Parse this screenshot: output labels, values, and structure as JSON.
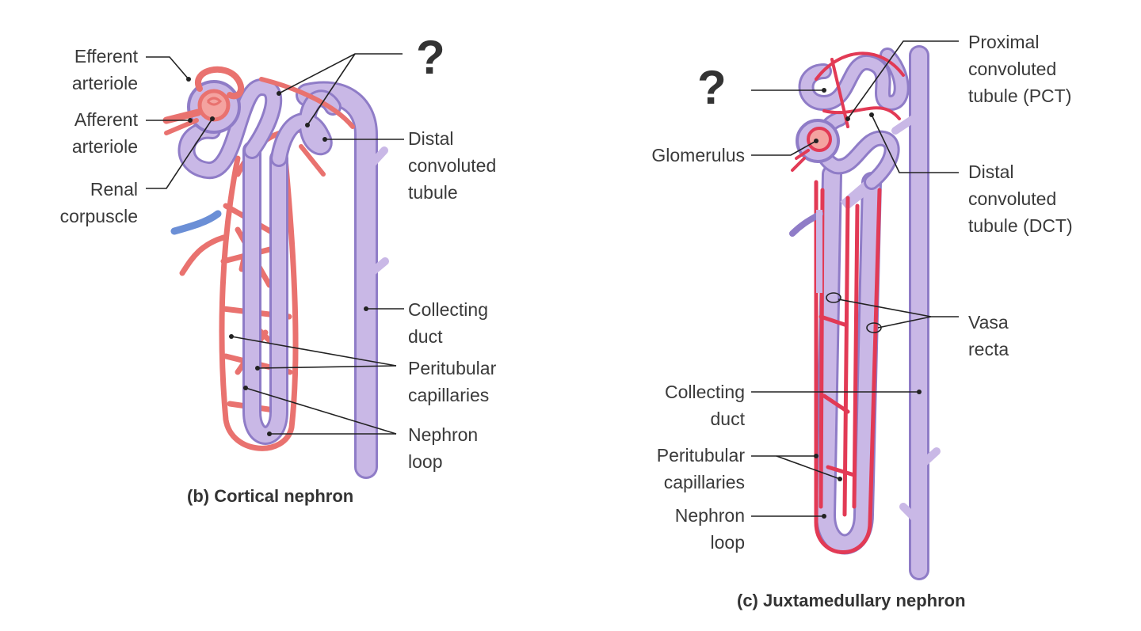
{
  "colors": {
    "tubule": "#c9b8e6",
    "tubule_edge": "#8f7cc7",
    "vessel": "#e9726f",
    "vessel_dark": "#e23a55",
    "leader": "#222222"
  },
  "cortical": {
    "caption": "(b) Cortical nephron",
    "question_mark": "?",
    "labels": {
      "efferent_arteriole": [
        "Efferent",
        "arteriole"
      ],
      "afferent_arteriole": [
        "Afferent",
        "arteriole"
      ],
      "renal_corpuscle": [
        "Renal",
        "corpuscle"
      ],
      "distal_convoluted_tubule": [
        "Distal",
        "convoluted",
        "tubule"
      ],
      "collecting_duct": [
        "Collecting",
        "duct"
      ],
      "peritubular_capillaries": [
        "Peritubular",
        "capillaries"
      ],
      "nephron_loop": [
        "Nephron",
        "loop"
      ]
    }
  },
  "juxtamedullary": {
    "caption": "(c) Juxtamedullary nephron",
    "question_mark": "?",
    "labels": {
      "proximal_convoluted_tubule": [
        "Proximal",
        "convoluted",
        "tubule (PCT)"
      ],
      "glomerulus": [
        "Glomerulus"
      ],
      "distal_convoluted_tubule": [
        "Distal",
        "convoluted",
        "tubule (DCT)"
      ],
      "vasa_recta": [
        "Vasa",
        "recta"
      ],
      "collecting_duct": [
        "Collecting",
        "duct"
      ],
      "peritubular_capillaries": [
        "Peritubular",
        "capillaries"
      ],
      "nephron_loop": [
        "Nephron",
        "loop"
      ]
    }
  }
}
